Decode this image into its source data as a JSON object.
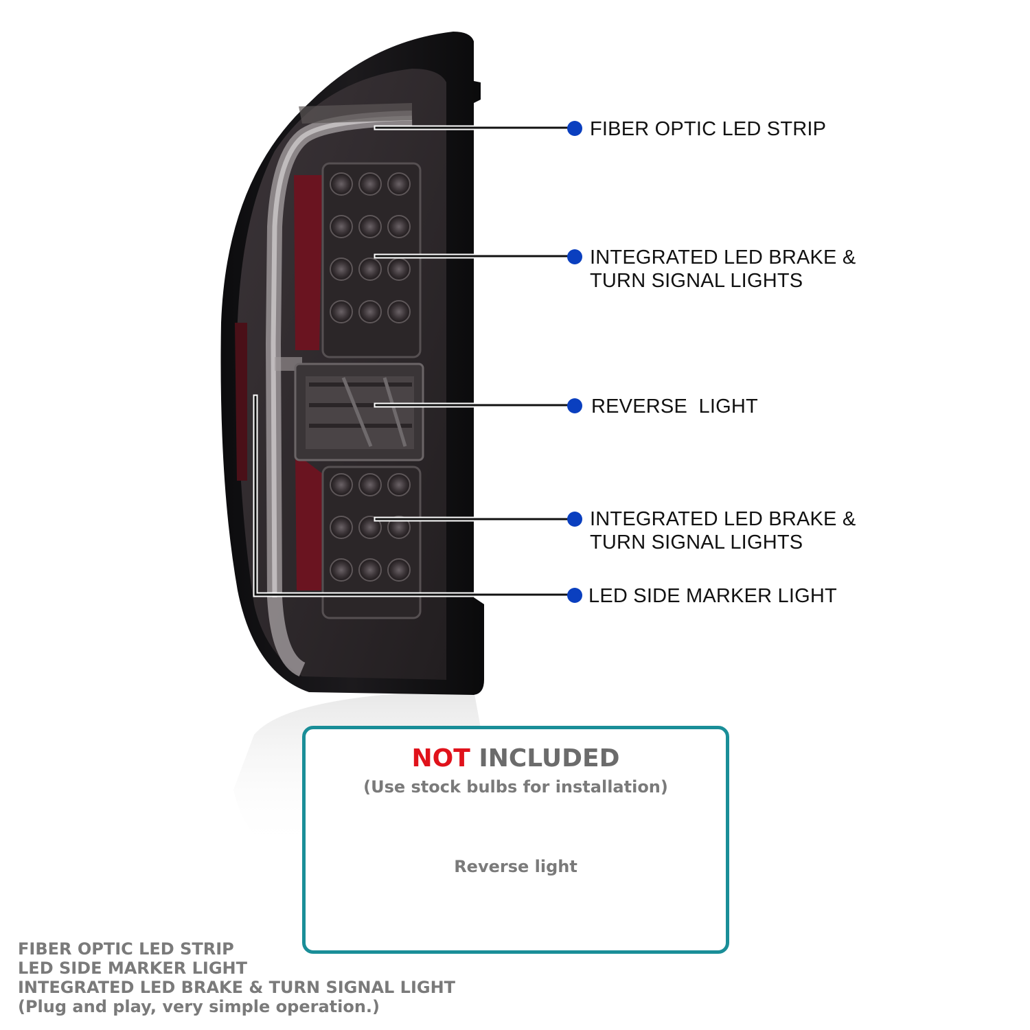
{
  "callouts": [
    {
      "lines": [
        "FIBER OPTIC LED STRIP"
      ]
    },
    {
      "lines": [
        "INTEGRATED LED BRAKE &",
        "TURN SIGNAL LIGHTS"
      ]
    },
    {
      "lines": [
        "REVERSE  LIGHT"
      ]
    },
    {
      "lines": [
        "INTEGRATED LED BRAKE &",
        "TURN SIGNAL LIGHTS"
      ]
    },
    {
      "lines": [
        "LED SIDE MARKER LIGHT"
      ]
    }
  ],
  "notice": {
    "title_emphasis": "NOT",
    "title_rest": " INCLUDED",
    "subtitle": "(Use stock bulbs for installation)",
    "item": "Reverse light"
  },
  "features": [
    "FIBER OPTIC LED STRIP",
    "LED SIDE MARKER LIGHT",
    "INTEGRATED LED BRAKE & TURN SIGNAL LIGHT",
    "(Plug and play, very simple operation.)"
  ],
  "colors": {
    "dot": "#0a3fbf",
    "box_border": "#1a8e98",
    "not_red": "#e0121b",
    "grey_text": "#7a7a7a"
  }
}
